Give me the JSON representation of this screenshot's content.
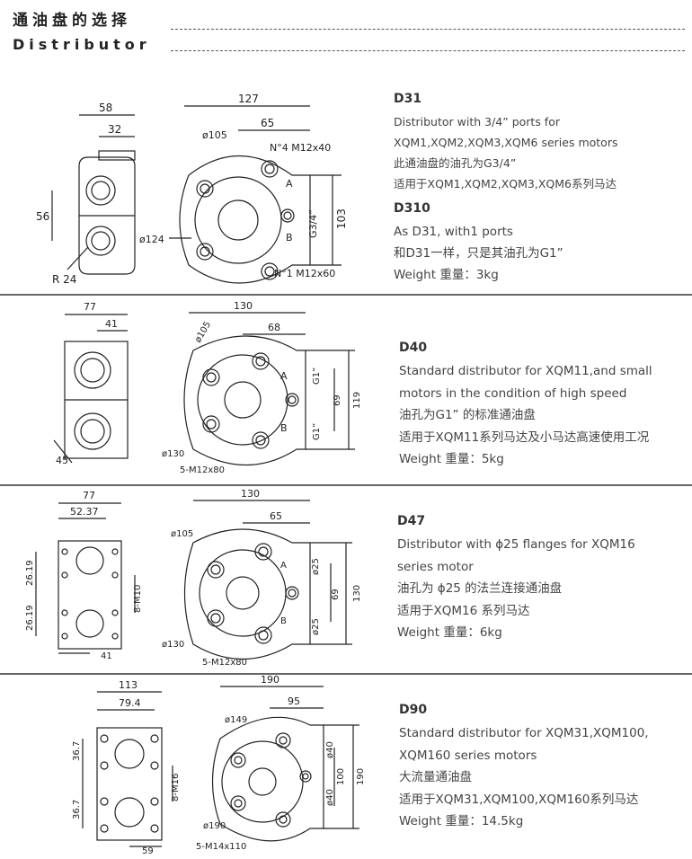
{
  "header": {
    "title_cn": "通油盘的选择",
    "title_en": "Distributor"
  },
  "sections": [
    {
      "code": "D31",
      "lines": [
        "Distributor with  3/4” ports for",
        "XQM1,XQM2,XQM3,XQM6 series motors",
        "此通油盘的油孔为G3/4”",
        "适用于XQM1,XQM2,XQM3,XQM6系列马达"
      ],
      "code2": "D310",
      "lines2": [
        "As  D31, with1 ports",
        "和D31一样，只是其油孔为G1”",
        "Weight  重量：3kg"
      ],
      "dims": {
        "w58": "58",
        "w32": "32",
        "w56": "56",
        "r24": "R 24",
        "w127": "127",
        "w65": "65",
        "d105": "ø105",
        "n4": "N°4  M12x40",
        "a": "A",
        "b": "B",
        "g34": "G3/4”",
        "w103": "103",
        "d124": "ø124",
        "n1": "N°1  M12x60"
      }
    },
    {
      "code": "D40",
      "lines": [
        "Standard distributor for XQM11,and small",
        "motors in the condition of high speed",
        "油孔为G1” 的标准通油盘",
        "适用于XQM11系列马达及小马达高速使用工况",
        "Weight  重量：5kg"
      ],
      "dims": {
        "w77": "77",
        "w41": "41",
        "w45": "45",
        "w130": "130",
        "w68": "68",
        "d105": "ø105",
        "a": "A",
        "b": "B",
        "g1a": "G1”",
        "g1b": "G1”",
        "w69": "69",
        "w119": "119",
        "d130": "ø130",
        "m": "5-M12x80"
      }
    },
    {
      "code": "D47",
      "lines": [
        "Distributor with  ϕ25 flanges for XQM16",
        "series motor",
        "油孔为 ϕ25 的法兰连接通油盘",
        "适用于XQM16 系列马达",
        "Weight  重量：6kg"
      ],
      "dims": {
        "w77": "77",
        "w5237": "52.37",
        "h2619a": "26.19",
        "h2619b": "26.19",
        "m10": "8-M10",
        "w41": "41",
        "w130": "130",
        "w65": "65",
        "d105": "ø105",
        "d25a": "ø25",
        "d25b": "ø25",
        "w69": "69",
        "w130v": "130",
        "a": "A",
        "b": "B",
        "d130": "ø130",
        "m": "5-M12x80"
      }
    },
    {
      "code": "D90",
      "lines": [
        "Standard distributor for XQM31,XQM100,",
        "XQM160 series motors",
        "大流量通油盘",
        "适用于XQM31,XQM100,XQM160系列马达",
        "Weight  重量：14.5kg"
      ],
      "dims": {
        "w113": "113",
        "w794": "79.4",
        "h367a": "36.7",
        "h367b": "36.7",
        "m16": "8-M16",
        "w59": "59",
        "w190": "190",
        "w95": "95",
        "d149": "ø149",
        "d40a": "ø40",
        "d40b": "ø40",
        "w100": "100",
        "w190v": "190",
        "d190": "ø190",
        "m": "5-M14x110"
      }
    }
  ]
}
